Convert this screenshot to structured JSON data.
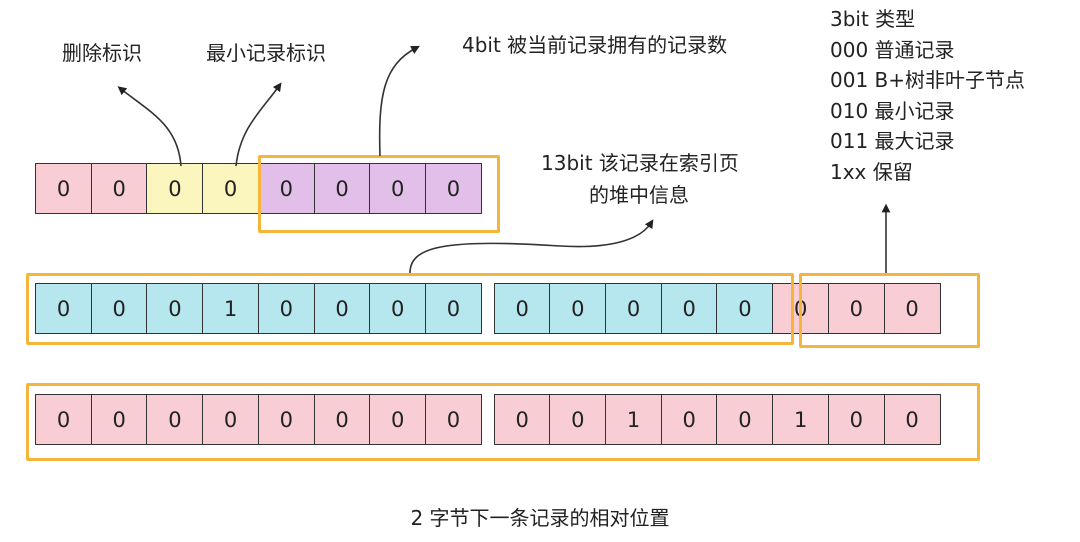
{
  "labels": {
    "delete_flag": "删除标识",
    "min_record_flag": "最小记录标识",
    "n_owned": "4bit 被当前记录拥有的记录数",
    "heap_no_line1": "13bit 该记录在索引页",
    "heap_no_line2": "的堆中信息",
    "caption": "2 字节下一条记录的相对位置"
  },
  "type_list": [
    "3bit 类型",
    "000 普通记录",
    "001 B+树非叶子节点",
    "010 最小记录",
    "011 最大记录",
    "1xx 保留"
  ],
  "rows": {
    "info_bits": [
      "0",
      "0",
      "0",
      "0",
      "0",
      "0",
      "0",
      "0"
    ],
    "heap_and_type": [
      "0",
      "0",
      "0",
      "1",
      "0",
      "0",
      "0",
      "0",
      "0",
      "0",
      "0",
      "0",
      "0",
      "0",
      "0",
      "0"
    ],
    "next_record": [
      "0",
      "0",
      "0",
      "0",
      "0",
      "0",
      "0",
      "0",
      "0",
      "0",
      "1",
      "0",
      "0",
      "1",
      "0",
      "0"
    ]
  },
  "colors": {
    "pink": "#f8cdd3",
    "yellow": "#fbf6bd",
    "purple": "#e2bfe9",
    "cyan": "#b6e7ee",
    "highlight": "#f5b43c"
  }
}
